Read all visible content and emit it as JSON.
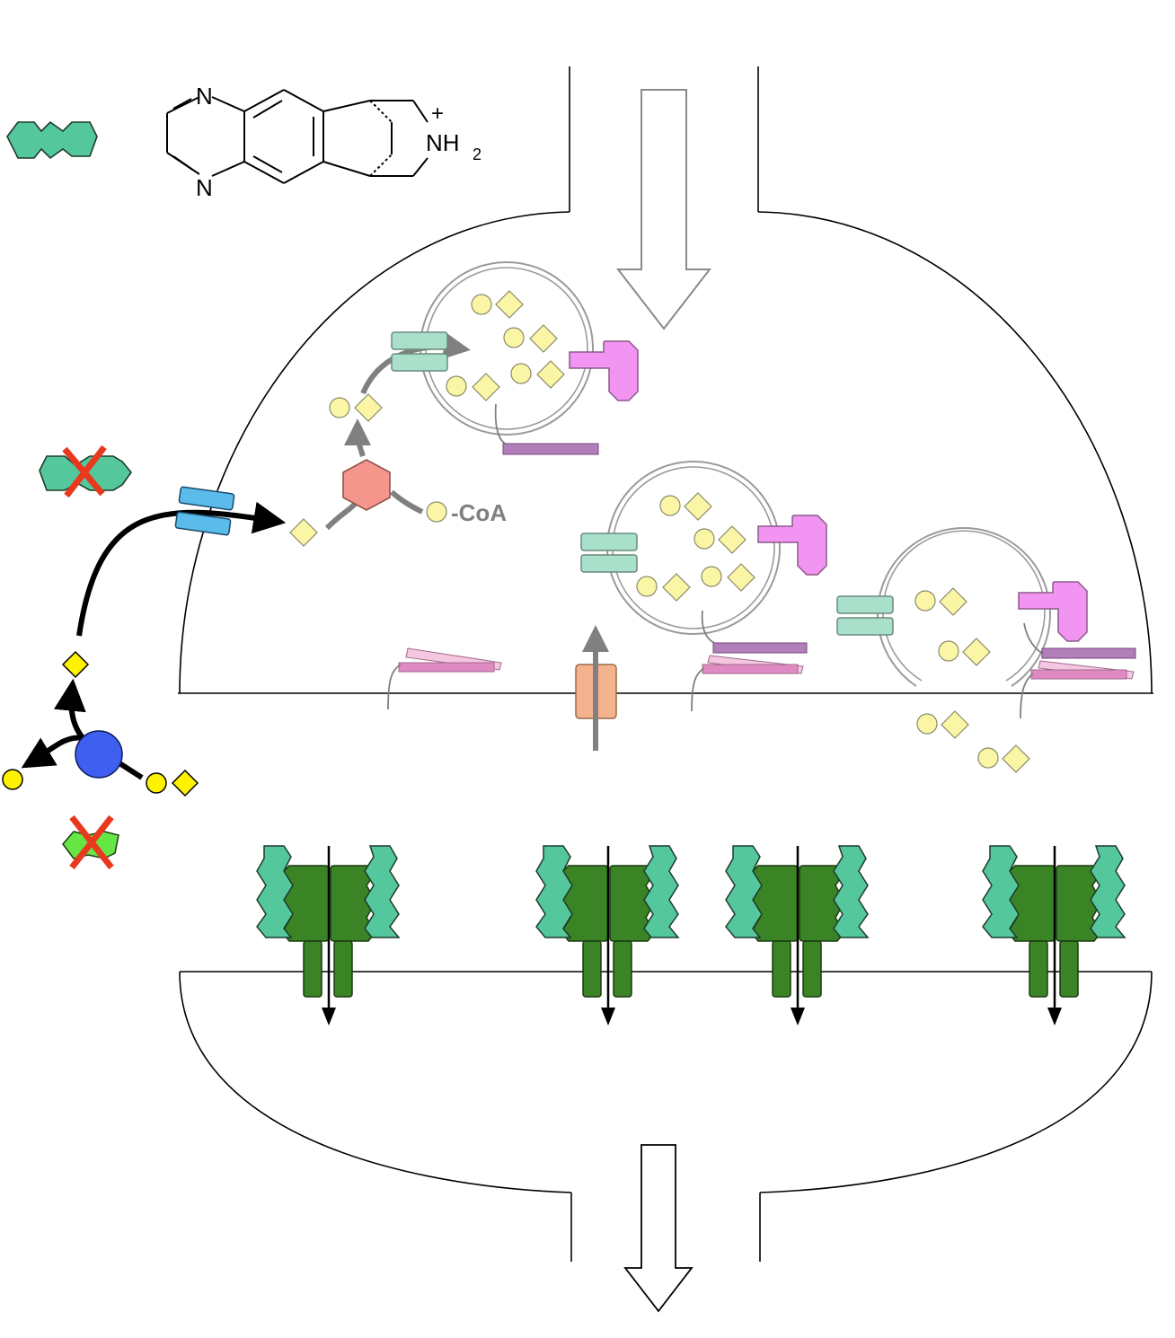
{
  "labels": {
    "atom_n_top": "N",
    "atom_n_bottom": "N",
    "amine_charge": "+",
    "amine_nh": "NH",
    "amine_subscript": "2",
    "coa_suffix": "-CoA"
  },
  "colors": {
    "ligand_green": "#55c79c",
    "receptor_dark_green": "#3a8426",
    "vesicle_transporter": "#a8e0cb",
    "synthesis_enzyme": "#f4968c",
    "choline_transporter": "#5bbbea",
    "esterase": "#3f5ff0",
    "vesicle_pump": "#f294f2",
    "snare_purple": "#b07fb9",
    "snare_pink": "#e08ac4",
    "snare_light_pink": "#f5c6e0",
    "channel_orange": "#f5b28f",
    "small_molecule_circle": "#fbf6a6",
    "acetate_diamond": "#fff200",
    "inhibitor_x": "#e8391e",
    "inhibited_ligand_light_green": "#66e645"
  },
  "icons": [
    "ligand-molecule-icon",
    "quinoxaline-structure-icon",
    "blocked-ligand-icon",
    "blocked-esterase-icon",
    "choline-transporter-icon",
    "synthesis-enzyme-icon",
    "esterase-enzyme-icon",
    "synaptic-vesicle-icon",
    "vesicular-transporter-icon",
    "vesicle-pump-icon",
    "snare-complex-icon",
    "calcium-channel-icon",
    "postsynaptic-receptor-icon",
    "signal-in-arrow-icon",
    "signal-out-arrow-icon"
  ]
}
